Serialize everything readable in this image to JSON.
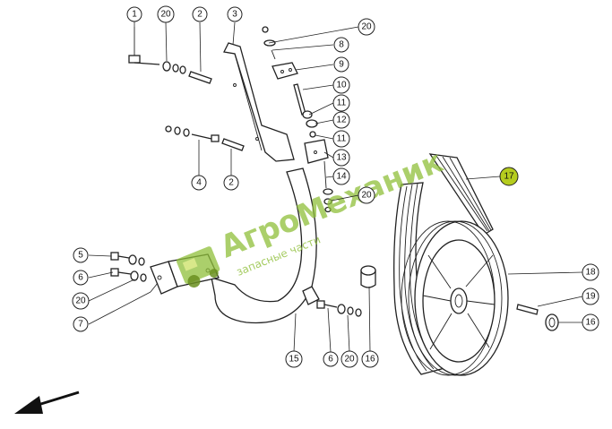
{
  "watermark": {
    "brand": "АгроМеханик",
    "tagline": "запасные части"
  },
  "callouts": [
    "1",
    "20",
    "2",
    "3",
    "20",
    "8",
    "9",
    "10",
    "11",
    "12",
    "11",
    "13",
    "14",
    "20",
    "4",
    "2",
    "5",
    "6",
    "20",
    "7",
    "15",
    "6",
    "20",
    "16",
    "17",
    "18",
    "19",
    "16"
  ],
  "highlight_color": "#b5cc1e"
}
